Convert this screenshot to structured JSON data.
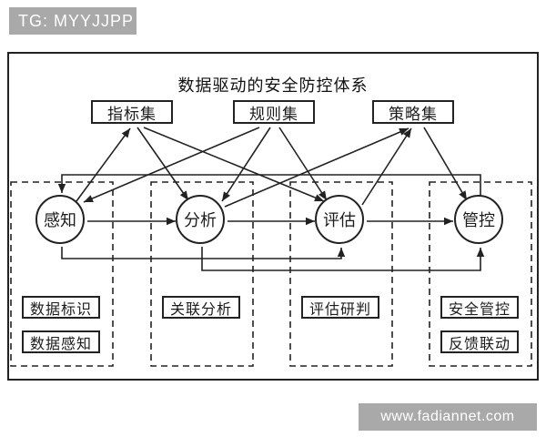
{
  "badge": {
    "text": "TG: MYYJJPP"
  },
  "watermark": {
    "text": "www.fadiannet.com"
  },
  "diagram": {
    "title": "数据驱动的安全防控体系",
    "sets": [
      {
        "id": "indicator-set",
        "label": "指标集"
      },
      {
        "id": "rule-set",
        "label": "规则集"
      },
      {
        "id": "strategy-set",
        "label": "策略集"
      }
    ],
    "stages": [
      {
        "id": "perception",
        "label": "感知"
      },
      {
        "id": "analysis",
        "label": "分析"
      },
      {
        "id": "evaluation",
        "label": "评估"
      },
      {
        "id": "control",
        "label": "管控"
      }
    ],
    "groups": [
      {
        "stage": "perception",
        "items": [
          {
            "label": "数据标识"
          },
          {
            "label": "数据感知"
          }
        ]
      },
      {
        "stage": "analysis",
        "items": [
          {
            "label": "关联分析"
          }
        ]
      },
      {
        "stage": "evaluation",
        "items": [
          {
            "label": "评估研判"
          }
        ]
      },
      {
        "stage": "control",
        "items": [
          {
            "label": "安全管控"
          },
          {
            "label": "反馈联动"
          }
        ]
      }
    ],
    "edges": [
      {
        "from": "perception",
        "to": "indicator-set"
      },
      {
        "from": "indicator-set",
        "to": "analysis"
      },
      {
        "from": "indicator-set",
        "to": "evaluation"
      },
      {
        "from": "rule-set",
        "to": "perception"
      },
      {
        "from": "rule-set",
        "to": "analysis"
      },
      {
        "from": "rule-set",
        "to": "evaluation"
      },
      {
        "from": "analysis",
        "to": "strategy-set"
      },
      {
        "from": "evaluation",
        "to": "strategy-set"
      },
      {
        "from": "strategy-set",
        "to": "control"
      },
      {
        "from": "perception",
        "to": "analysis"
      },
      {
        "from": "analysis",
        "to": "evaluation"
      },
      {
        "from": "evaluation",
        "to": "control"
      },
      {
        "from": "perception",
        "to": "evaluation"
      },
      {
        "from": "analysis",
        "to": "control"
      },
      {
        "from": "control",
        "to": "perception"
      }
    ],
    "colors": {
      "line": "#222222",
      "badge_bg": "#a9a9a9",
      "badge_text": "#ffffff"
    }
  }
}
